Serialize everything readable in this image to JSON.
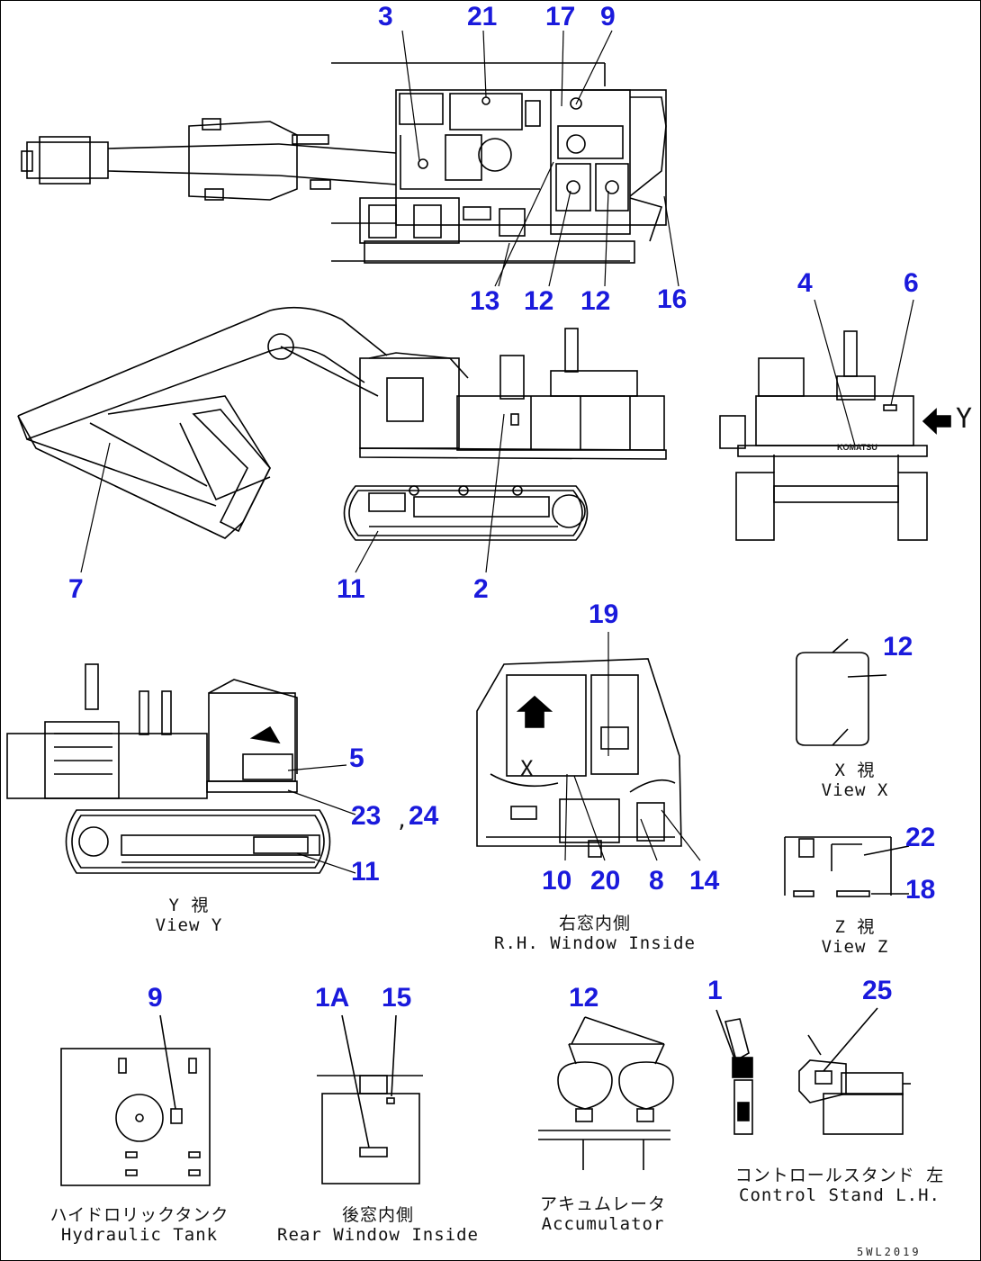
{
  "colors": {
    "callout": "#1a1adc",
    "line": "#000000",
    "background": "#ffffff"
  },
  "callouts": {
    "top_3": "3",
    "top_21": "21",
    "top_17": "17",
    "top_9": "9",
    "top_13": "13",
    "top_12a": "12",
    "top_12b": "12",
    "top_16": "16",
    "side_7": "7",
    "side_11": "11",
    "side_2": "2",
    "rear_4": "4",
    "rear_6": "6",
    "viewy_5": "5",
    "viewy_23": "23",
    "viewy_24": "24",
    "viewy_11": "11",
    "win_19": "19",
    "win_10": "10",
    "win_20": "20",
    "win_8": "8",
    "win_14": "14",
    "viewx_12": "12",
    "viewz_22": "22",
    "viewz_18": "18",
    "tank_9": "9",
    "rear_win_1A": "1A",
    "rear_win_15": "15",
    "acc_12": "12",
    "cs_1": "1",
    "cs_25": "25"
  },
  "labels": {
    "arrow_y": "Y",
    "win_x": "X",
    "view_y_jp": "Y 視",
    "view_y_en": "View Y",
    "rh_window_jp": "右窓内側",
    "rh_window_en": "R.H. Window Inside",
    "view_x_jp": "X 視",
    "view_x_en": "View X",
    "view_z_jp": "Z 視",
    "view_z_en": "View Z",
    "hydraulic_tank_jp": "ハイドロリックタンク",
    "hydraulic_tank_en": "Hydraulic Tank",
    "rear_window_jp": "後窓内側",
    "rear_window_en": "Rear Window Inside",
    "accumulator_jp": "アキュムレータ",
    "accumulator_en": "Accumulator",
    "control_stand_jp": "コントロールスタンド 左",
    "control_stand_en": "Control Stand L.H.",
    "komatsu_logo": "KOMATSU",
    "drawing_number": "5WL2019"
  }
}
